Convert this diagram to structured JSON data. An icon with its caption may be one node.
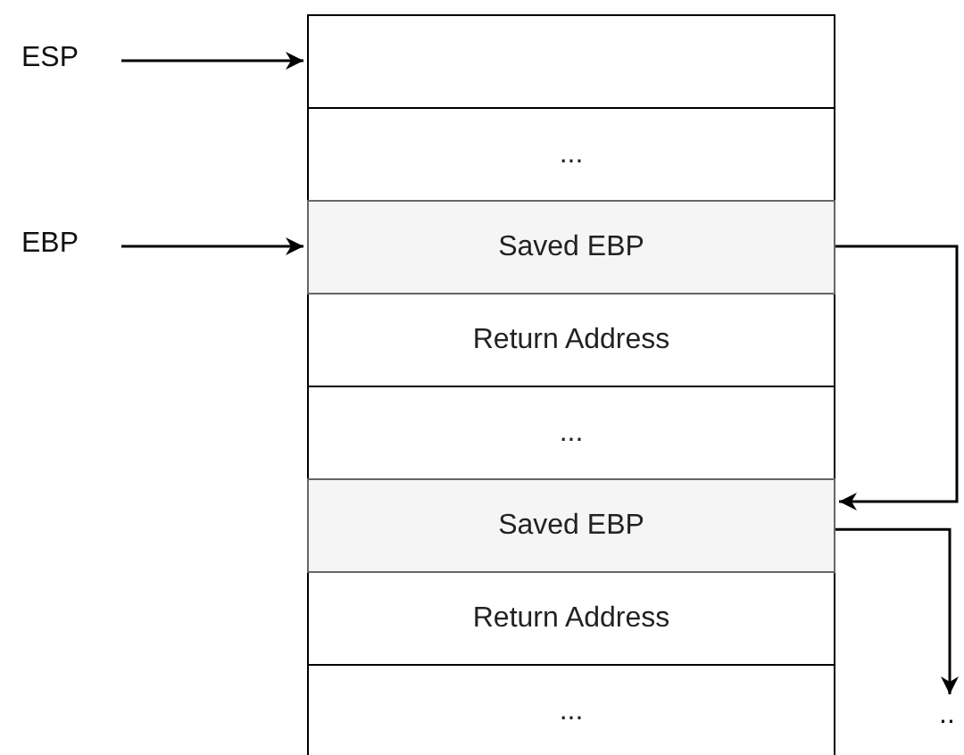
{
  "diagram": {
    "nodes": [
      {
        "text": [
          "ESP"
        ]
      },
      {
        "text": [],
        "shape": "box"
      },
      {
        "text": [
          "..."
        ]
      },
      {
        "text": [
          "EBP"
        ]
      },
      {
        "text": [
          "Saved EBP"
        ]
      },
      {
        "text": [
          "Return Address"
        ]
      },
      {
        "text": [
          "..."
        ]
      },
      {
        "text": [
          "Saved EBP"
        ]
      },
      {
        "text": [
          "Return Address"
        ]
      },
      {
        "text": [
          "..."
        ]
      },
      {
        "text": [
          ".."
        ]
      }
    ],
    "edges": [
      {
        "from": 0,
        "to": 1,
        "arrow": "to"
      },
      {
        "from": 3,
        "to": 4,
        "arrow": "to"
      },
      {
        "from": 4,
        "to": 7,
        "arrow": "to"
      },
      {
        "from": 7,
        "to": 10,
        "arrow": "to"
      }
    ]
  }
}
